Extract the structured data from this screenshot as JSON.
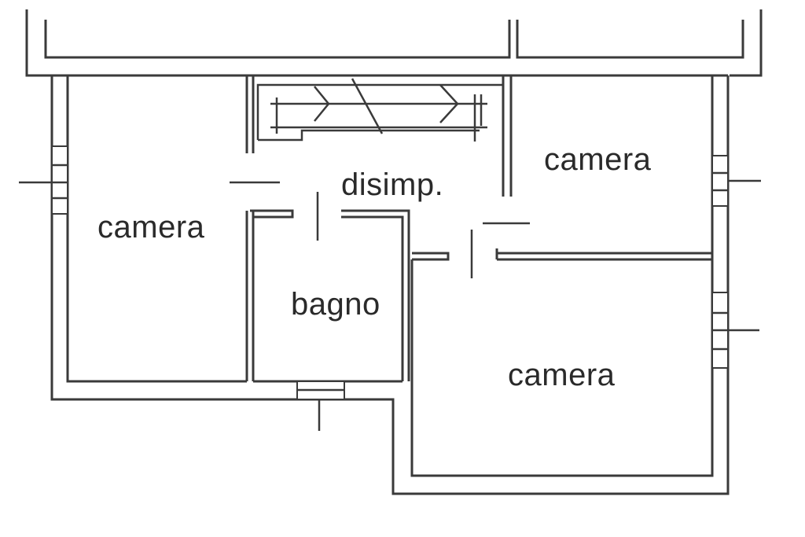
{
  "floor_plan": {
    "rooms": [
      {
        "id": "camera-left",
        "label": "camera"
      },
      {
        "id": "disimpegno",
        "label": "disimp."
      },
      {
        "id": "camera-top-right",
        "label": "camera"
      },
      {
        "id": "bagno",
        "label": "bagno"
      },
      {
        "id": "camera-bottom-right",
        "label": "camera"
      }
    ]
  }
}
